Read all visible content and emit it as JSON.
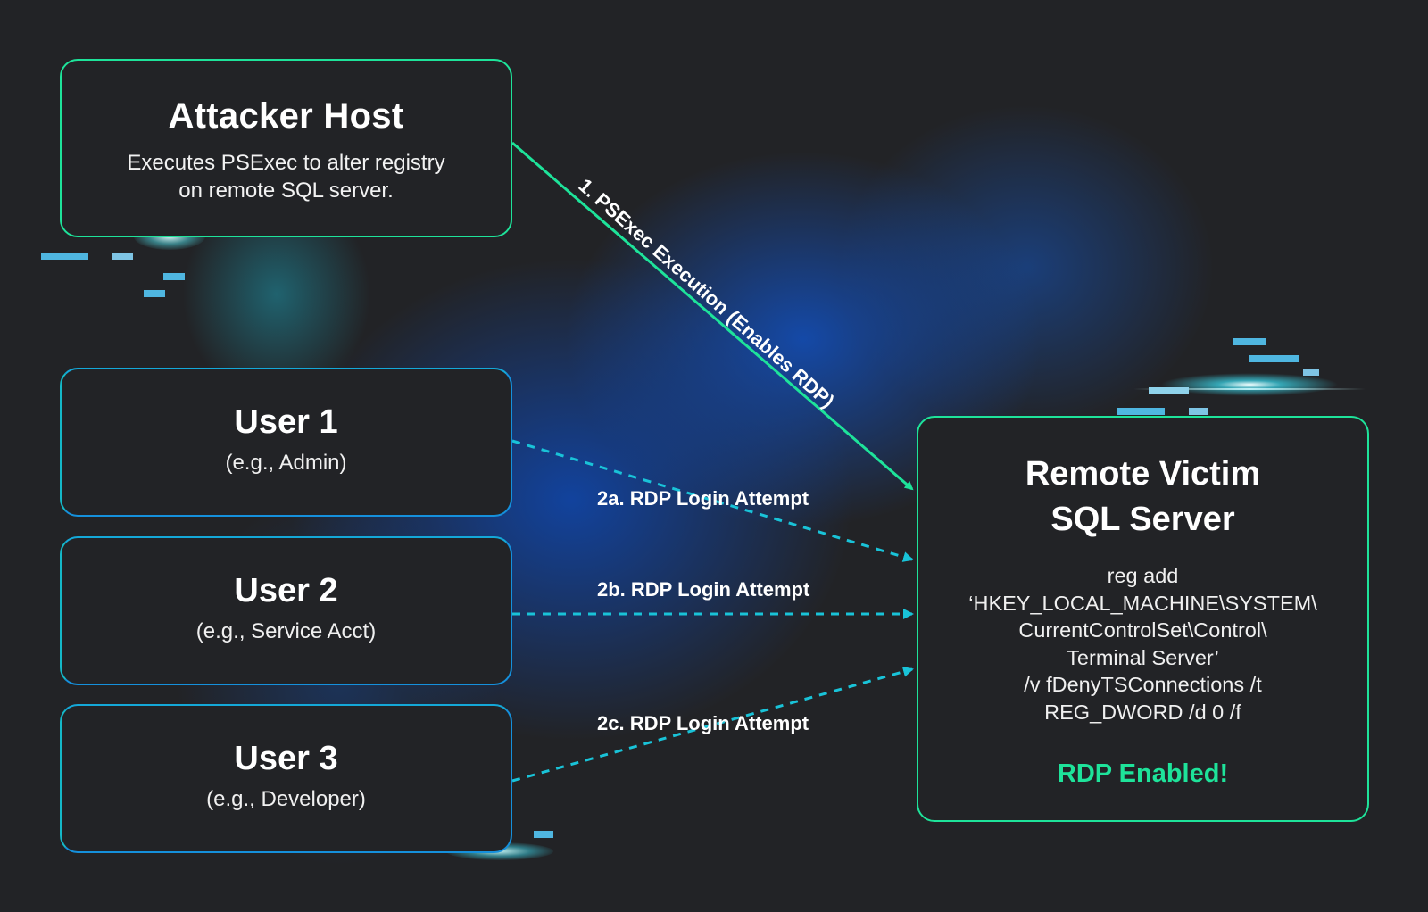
{
  "colors": {
    "background": "#222326",
    "accent_green": "#1ee39a",
    "accent_cyan": "#19c3d8",
    "user_border": "#1590dc",
    "glow_blue": "#1250be"
  },
  "nodes": {
    "attacker": {
      "title": "Attacker Host",
      "description_lines": [
        "Executes PSExec to alter registry",
        "on remote SQL server."
      ]
    },
    "users": [
      {
        "title": "User 1",
        "subtitle": "(e.g., Admin)"
      },
      {
        "title": "User 2",
        "subtitle": "(e.g., Service Acct)"
      },
      {
        "title": "User 3",
        "subtitle": "(e.g., Developer)"
      }
    ],
    "victim": {
      "title_lines": [
        "Remote Victim",
        "SQL Server"
      ],
      "command_lines": [
        "reg add",
        "‘HKEY_LOCAL_MACHINE\\SYSTEM\\",
        "CurrentControlSet\\Control\\",
        "Terminal Server’",
        "/v fDenyTSConnections /t",
        "REG_DWORD /d 0 /f"
      ],
      "status": "RDP Enabled!"
    }
  },
  "edges": [
    {
      "id": "1",
      "from": "attacker",
      "to": "victim",
      "label": "1. PSExec Execution (Enables RDP)",
      "style": "solid"
    },
    {
      "id": "2a",
      "from": "user1",
      "to": "victim",
      "label": "2a. RDP Login Attempt",
      "style": "dashed"
    },
    {
      "id": "2b",
      "from": "user2",
      "to": "victim",
      "label": "2b. RDP Login Attempt",
      "style": "dashed"
    },
    {
      "id": "2c",
      "from": "user3",
      "to": "victim",
      "label": "2c. RDP Login Attempt",
      "style": "dashed"
    }
  ]
}
